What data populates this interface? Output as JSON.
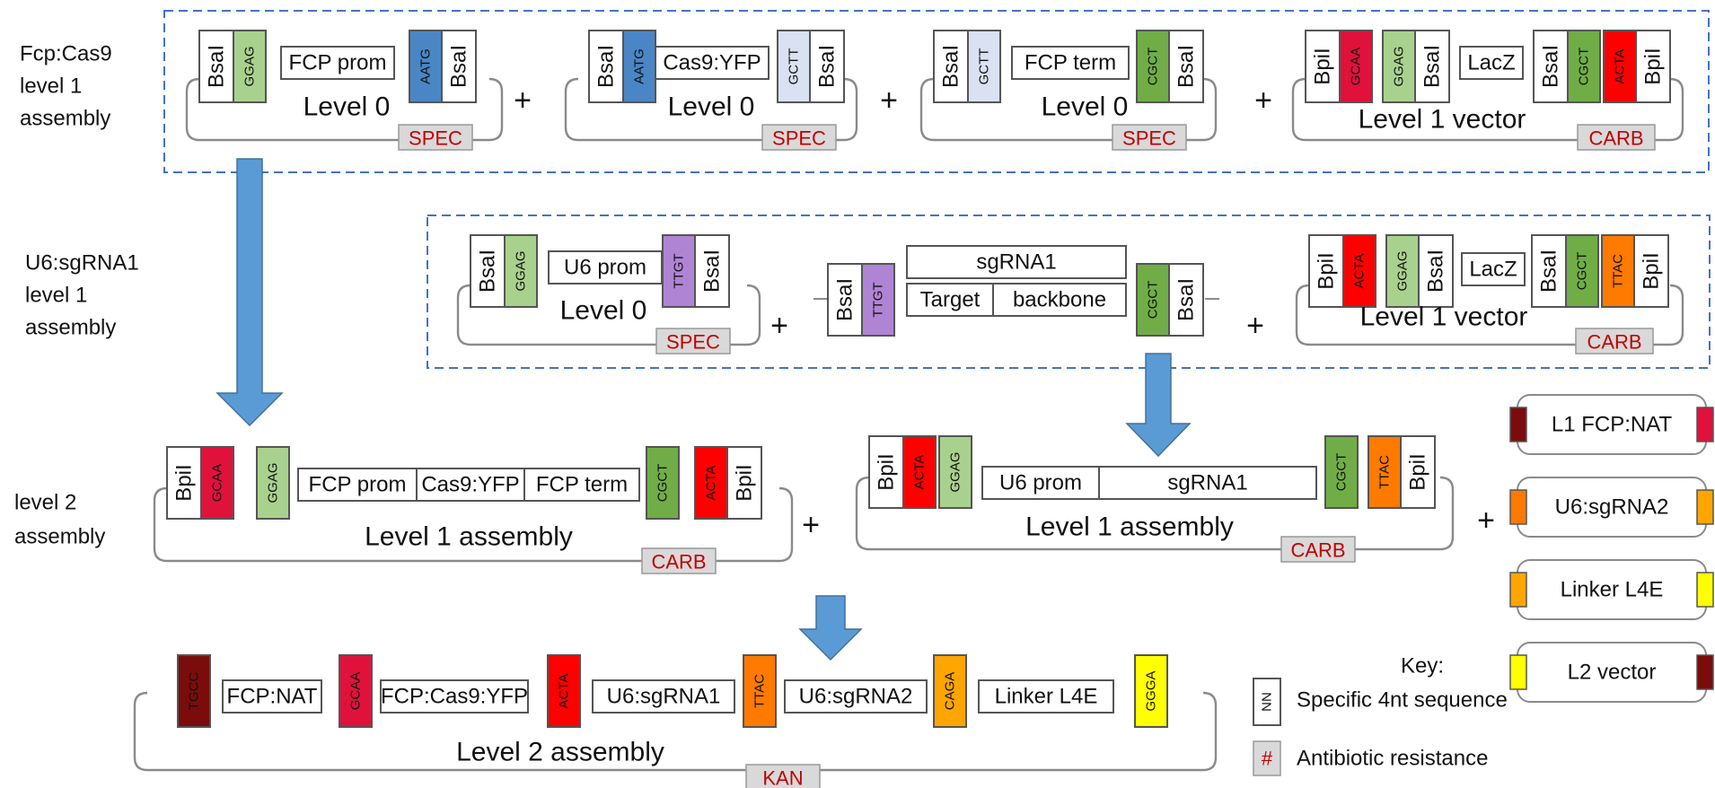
{
  "side_labels": {
    "fcp_cas9": [
      "Fcp:Cas9",
      "level 1",
      "assembly"
    ],
    "u6_sgrna1": [
      "U6:sgRNA1",
      "level 1",
      "assembly"
    ],
    "level2": [
      "level 2",
      "assembly"
    ]
  },
  "parts": {
    "bsal": "BsaI",
    "bpil": "BpiI",
    "fcp_prom": "FCP prom",
    "cas9_yfp": "Cas9:YFP",
    "fcp_term": "FCP term",
    "lacz": "LacZ",
    "u6_prom": "U6 prom",
    "sgrna1": "sgRNA1",
    "target": "Target",
    "backbone": "backbone",
    "fcp_nat": "FCP:NAT",
    "fcp_cas9_yfp": "FCP:Cas9:YFP",
    "u6_sgrna1": "U6:sgRNA1",
    "u6_sgrna2": "U6:sgRNA2",
    "linker_l4e": "Linker L4E"
  },
  "overhangs": {
    "ggag": "GGAG",
    "aatg": "AATG",
    "gctt": "GCTT",
    "cgct": "CGCT",
    "gcaa": "GCAA",
    "acta": "ACTA",
    "ttgt": "TTGT",
    "ttac": "TTAC",
    "tgcc": "TGCC",
    "caga": "CAGA",
    "ggga": "GGGA"
  },
  "vectors": {
    "level0": "Level 0",
    "level1_vector": "Level 1 vector",
    "level1_assembly": "Level 1 assembly",
    "level2_assembly": "Level 2 assembly"
  },
  "resistance": {
    "spec": "SPEC",
    "carb": "CARB",
    "kan": "KAN"
  },
  "plus": "+",
  "side_modules": [
    "L1 FCP:NAT",
    "U6:sgRNA2",
    "Linker L4E",
    "L2 vector"
  ],
  "key": {
    "title": "Key:",
    "seq_symbol": "NN",
    "seq_label": "Specific 4nt sequence",
    "res_symbol": "#",
    "res_label": "Antibiotic resistance"
  },
  "colors": {
    "ggag": "#a9d18e",
    "aatg": "#4a86c5",
    "gctt": "#d9e1f2",
    "cgct": "#70ad47",
    "gcaa": "#e0123c",
    "acta": "#ff0000",
    "ttgt": "#b084d4",
    "ttac": "#ff7a00",
    "tgcc": "#7b0c0c",
    "caga": "#ffa500",
    "ggga": "#ffff00",
    "arrow": "#5b9bd5",
    "dashed": "#4472c4",
    "resistance_text": "#c00000",
    "resistance_fill": "#d9d9d9"
  }
}
